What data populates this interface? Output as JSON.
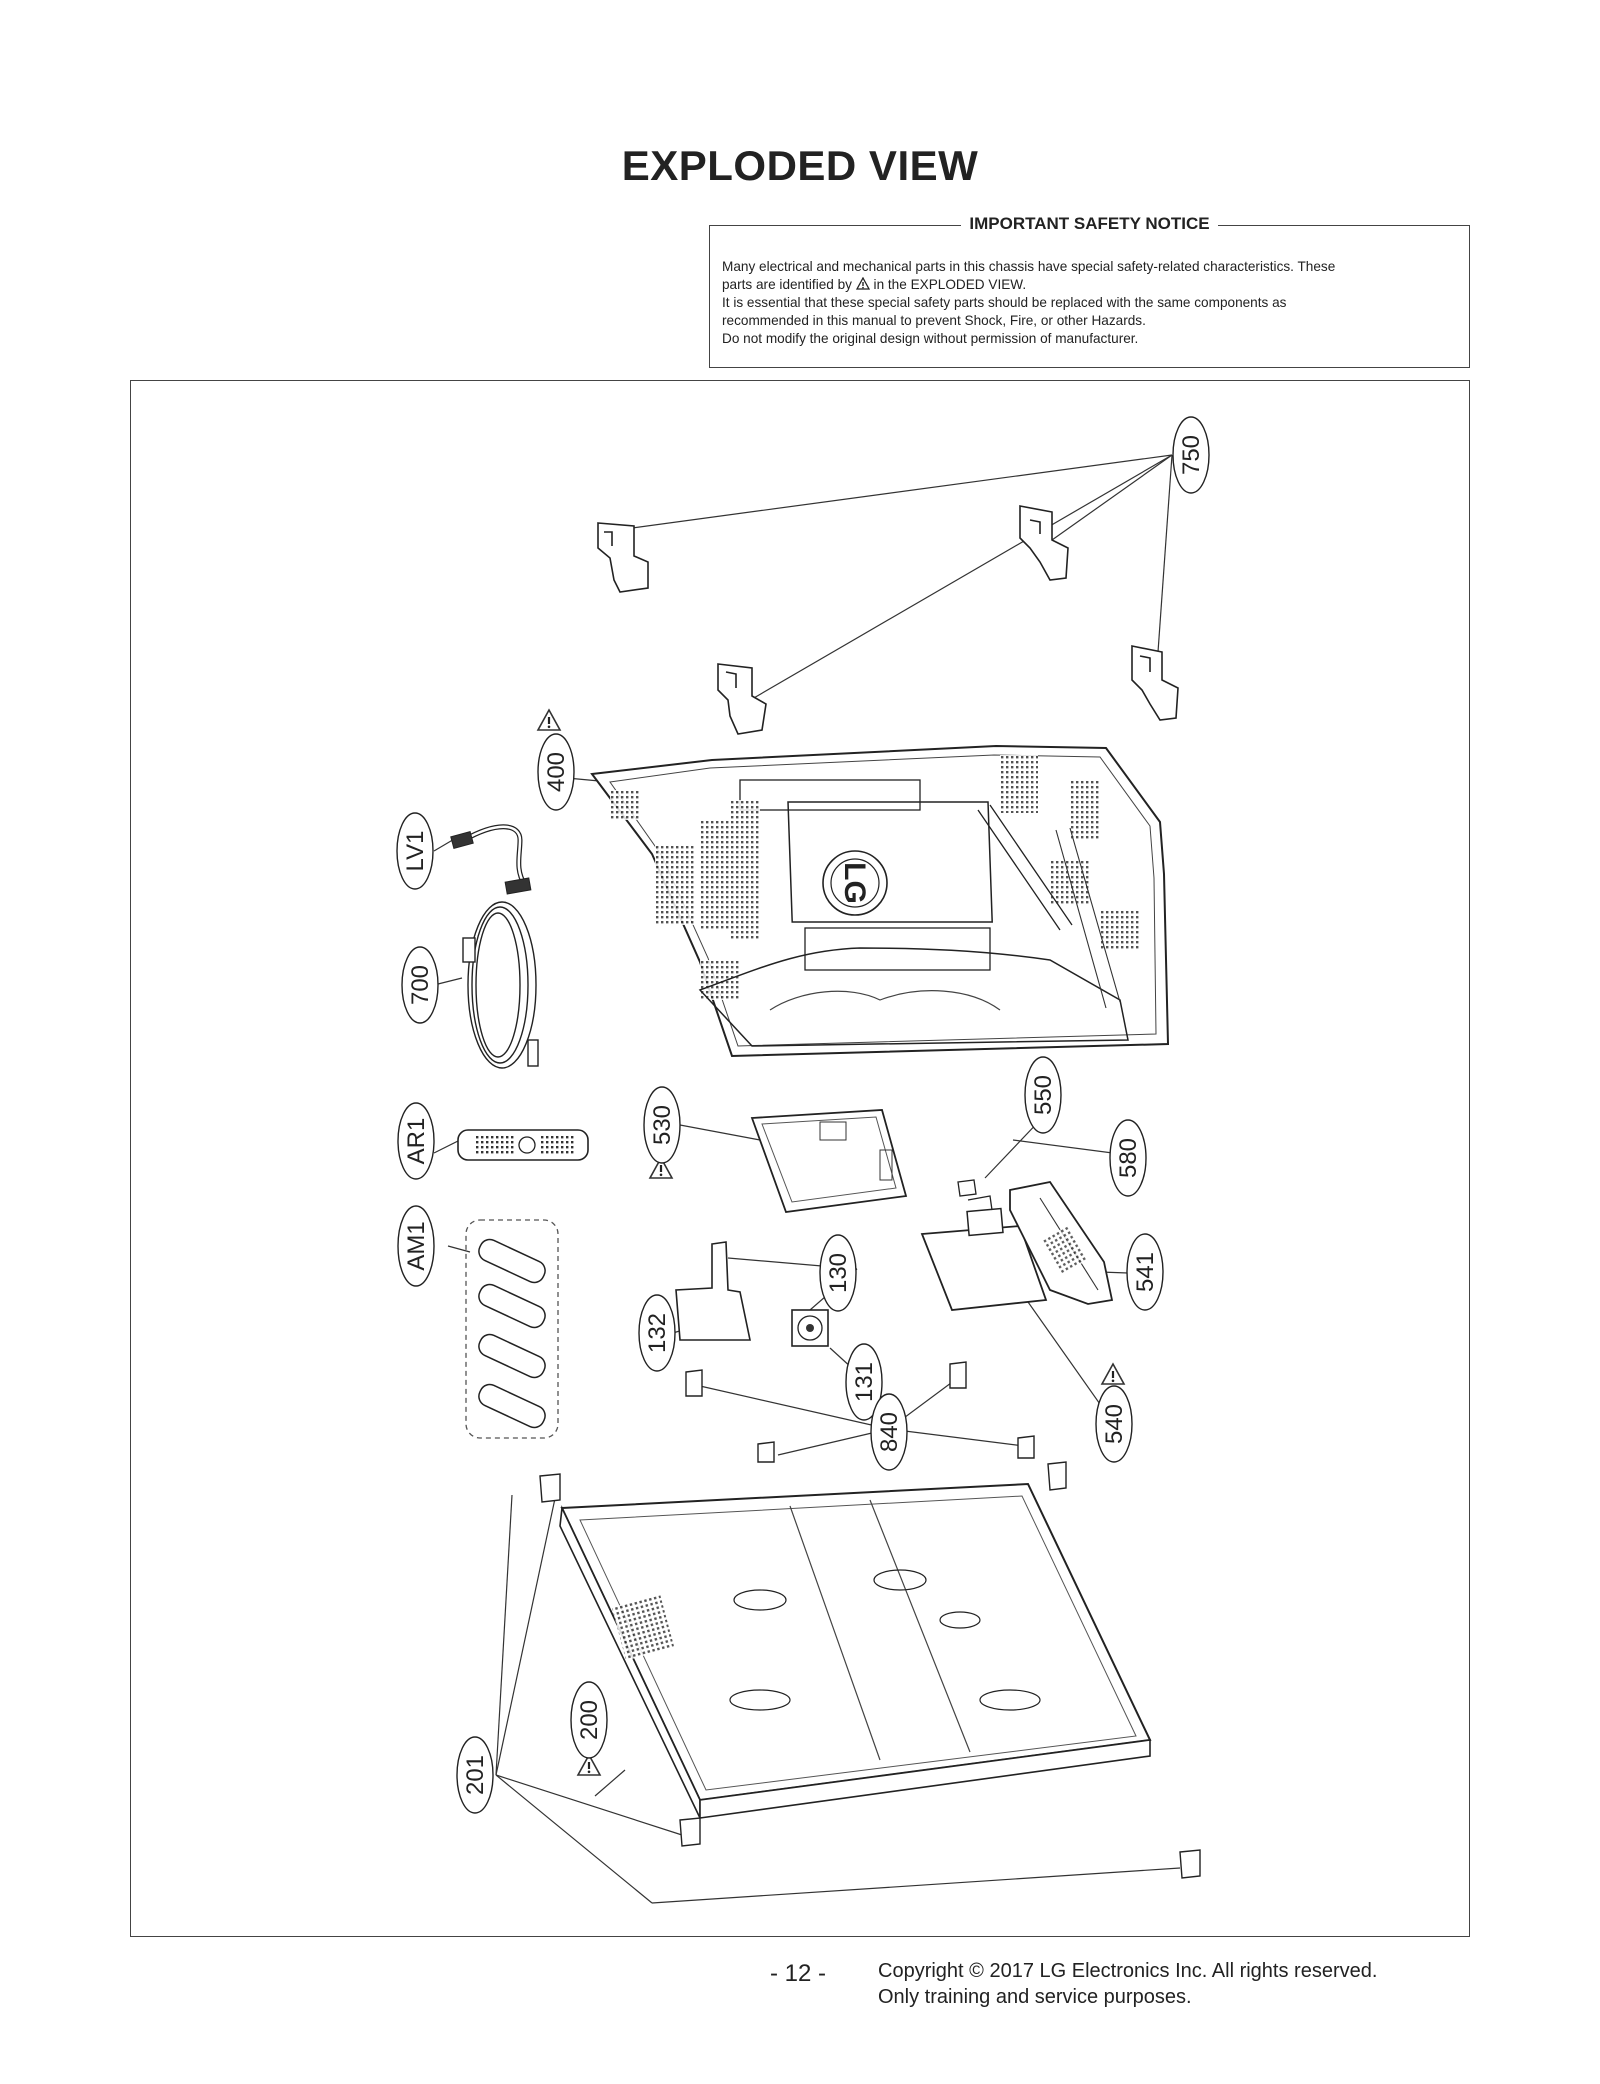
{
  "title": "EXPLODED VIEW",
  "notice": {
    "heading": "IMPORTANT SAFETY NOTICE",
    "line1": "Many electrical and mechanical parts in this chassis have special safety-related characteristics. These",
    "line2_before": "parts are identified by",
    "line2_after": "in the EXPLODED VIEW.",
    "line3": "It is essential that these special safety parts should be replaced with the same components as",
    "line4": "recommended in this manual to prevent Shock, Fire, or other Hazards.",
    "line5": "Do not modify the original design without permission of manufacturer."
  },
  "parts": {
    "p750": "750",
    "p400": "400",
    "LV1": "LV1",
    "p700": "700",
    "AR1": "AR1",
    "AM1": "AM1",
    "p530": "530",
    "p550": "550",
    "p580": "580",
    "p541": "541",
    "p130": "130",
    "p132": "132",
    "p131": "131",
    "p840": "840",
    "p540": "540",
    "p200": "200",
    "p201": "201"
  },
  "logo_text": "LG",
  "footer": {
    "page": "- 12 -",
    "copyright": "Copyright © 2017 LG Electronics Inc. All rights reserved.",
    "usage": "Only training and service purposes."
  }
}
